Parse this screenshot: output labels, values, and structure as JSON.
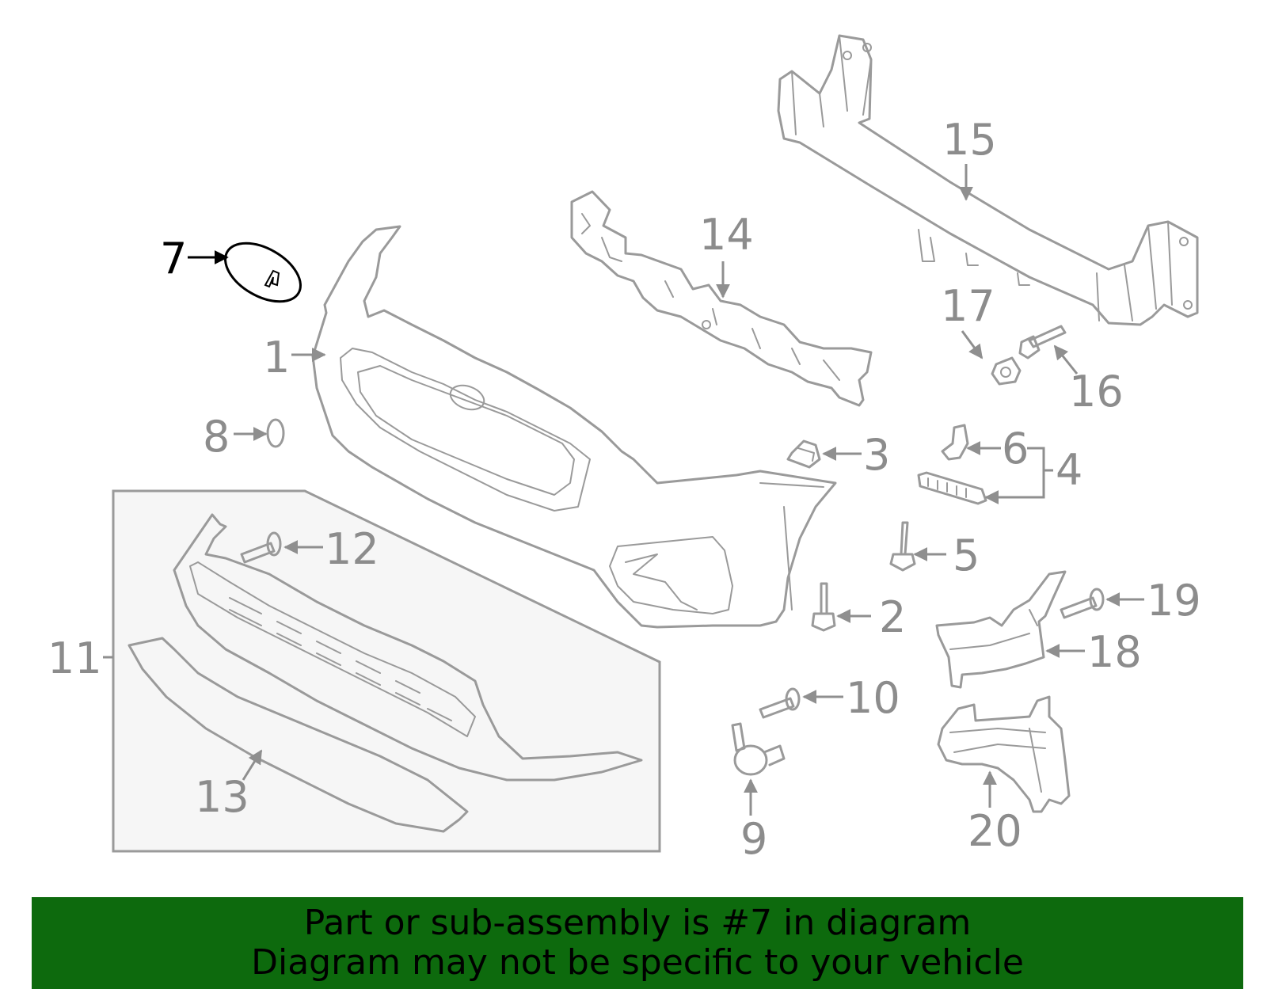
{
  "diagram": {
    "highlighted_callout": "7",
    "callouts": [
      "1",
      "2",
      "3",
      "4",
      "5",
      "6",
      "7",
      "8",
      "9",
      "10",
      "11",
      "12",
      "13",
      "14",
      "15",
      "16",
      "17",
      "18",
      "19",
      "20"
    ]
  },
  "banner": {
    "line1": "Part or sub-assembly is #7 in diagram",
    "line2": "Diagram may not be specific to your vehicle",
    "background_color": "#0d6a0d"
  },
  "colors": {
    "part_outline": "#9a9a9a",
    "highlight": "#000000",
    "inset_fill": "#f6f6f6"
  }
}
